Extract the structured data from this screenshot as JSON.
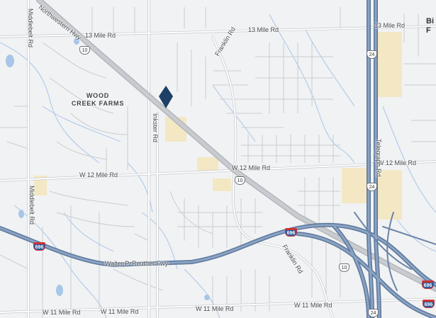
{
  "map": {
    "place_name": "WOOD CREEK FARMS",
    "place_line1": "WOOD",
    "place_line2": "CREEK FARMS",
    "edge_text_line1": "Bi",
    "edge_text_line2": "F",
    "roads": {
      "northwestern_hwy": "Northwestern Hwy",
      "thirteen_mile_left": "13 Mile Rd",
      "thirteen_mile_right": "13 Mile Rd",
      "franklin_top": "Franklin Rd",
      "franklin_bottom": "Franklin Rd",
      "middlebelt_top": "Middlebelt Rd",
      "middlebelt_bottom": "Middlebelt Rd",
      "inkster": "Inkster Rd",
      "w12_left": "W 12 Mile Rd",
      "w12_mid": "W 12 Mile Rd",
      "w12_right": "W 12 Mile Rd",
      "telegraph": "Telegraph Rd",
      "walter_reuther": "Walter P. Reuther Fwy",
      "w11_1": "W 11 Mile Rd",
      "w11_2": "W 11 Mile Rd",
      "w11_3": "W 11 Mile Rd",
      "w11_4": "W 11 Mile Rd"
    },
    "shields": {
      "us10_top": "10",
      "us10_mid": "10",
      "us10_bottom": "10",
      "us24_top": "24",
      "us24_mid": "24",
      "us24_bottom": "24",
      "i696_1": "696",
      "i696_2": "696",
      "i696_3": "696",
      "i696_4": "696"
    },
    "colors": {
      "background": "#f1f2f3",
      "local_road": "#c9ccd0",
      "arterial": "#ffffff",
      "highway": "#b8bcc1",
      "freeway": "#6e8aae",
      "water": "#a8c6e8",
      "commercial": "#f3e7c4",
      "pin": "#1e3f66"
    }
  }
}
